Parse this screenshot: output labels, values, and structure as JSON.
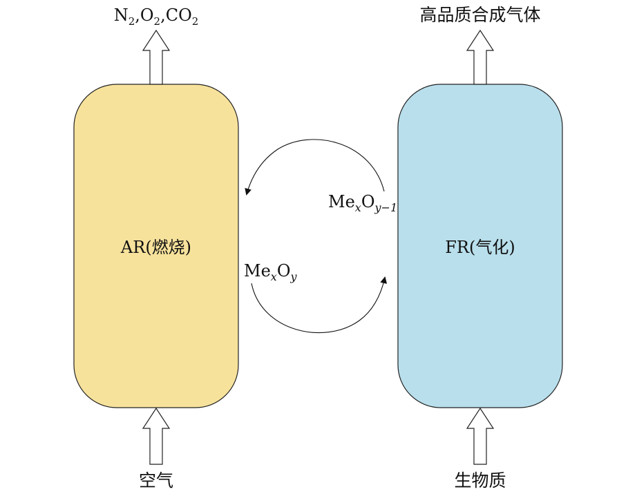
{
  "reactors": {
    "ar": {
      "label": "AR(燃烧)",
      "fill": "#f7e29c"
    },
    "fr": {
      "label": "FR(气化)",
      "fill": "#b9dfec"
    }
  },
  "outputs": {
    "ar_top": {
      "parts": [
        "N",
        "2",
        ",O",
        "2",
        ",CO",
        "2"
      ]
    },
    "fr_top": {
      "text": "高品质合成气体"
    }
  },
  "inputs": {
    "ar_bottom": {
      "text": "空气"
    },
    "fr_bottom": {
      "text": "生物质"
    }
  },
  "carriers": {
    "oxidized": {
      "base": "Me",
      "sub_x": "x",
      "mid": "O",
      "sub_y": "y"
    },
    "reduced": {
      "base": "Me",
      "sub_x": "x",
      "mid": "O",
      "sub_y": "y−1"
    }
  },
  "colors": {
    "stroke": "#222222",
    "arrow": "#111111"
  }
}
